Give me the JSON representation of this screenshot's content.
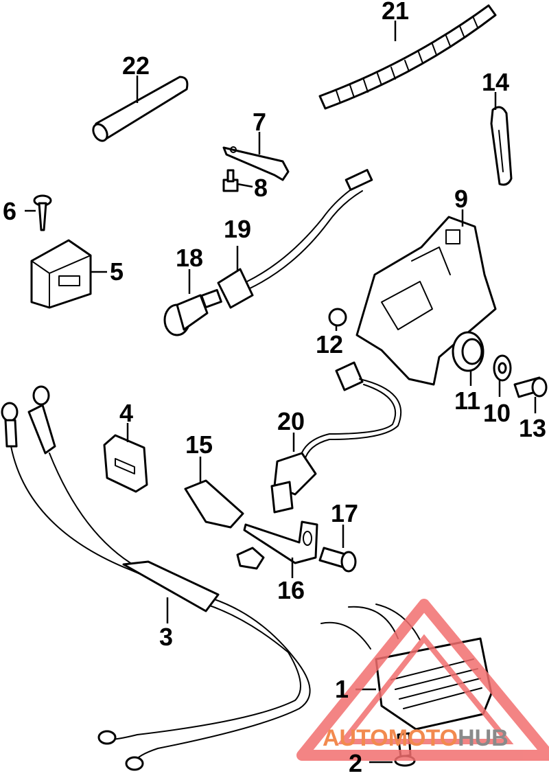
{
  "callouts": {
    "p1": "1",
    "p2": "2",
    "p3": "3",
    "p4": "4",
    "p5": "5",
    "p6": "6",
    "p7": "7",
    "p8": "8",
    "p9": "9",
    "p10": "10",
    "p11": "11",
    "p12": "12",
    "p13": "13",
    "p14": "14",
    "p15": "15",
    "p16": "16",
    "p17": "17",
    "p18": "18",
    "p19": "19",
    "p20": "20",
    "p21": "21",
    "p22": "22"
  },
  "watermark": {
    "text_a": "AUTOMOTO",
    "text_b": "HUB",
    "color_a": "#f28a4f",
    "color_b": "#8a8a8a",
    "logo_color": "#f26f6f"
  }
}
